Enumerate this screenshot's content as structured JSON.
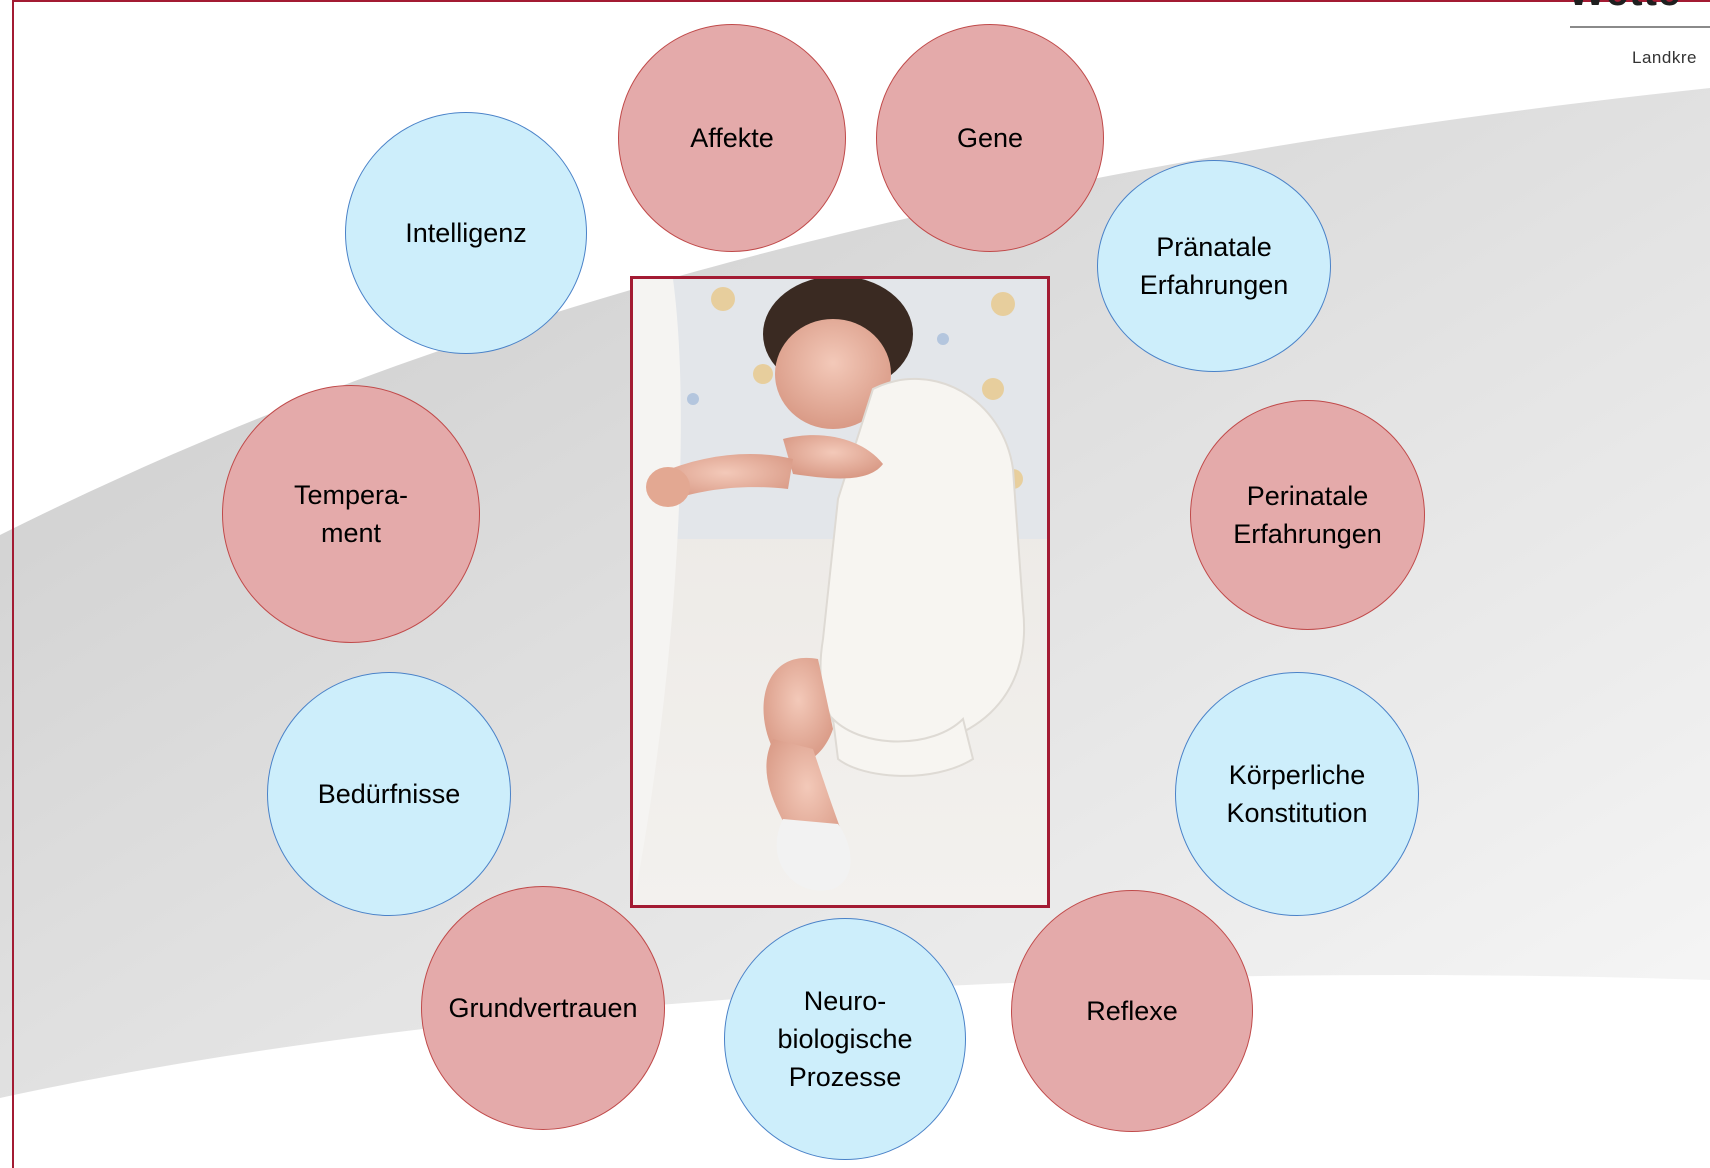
{
  "logo": {
    "word": "Wette",
    "subtitle": "Landkre"
  },
  "nodes": [
    {
      "id": "affekte",
      "label": "Affekte",
      "color": "red"
    },
    {
      "id": "gene",
      "label": "Gene",
      "color": "red"
    },
    {
      "id": "intelligenz",
      "label": "Intelligenz",
      "color": "blue"
    },
    {
      "id": "praenatale",
      "label": "Pränatale\nErfahrungen",
      "color": "blue"
    },
    {
      "id": "temperament",
      "label": "Tempera-\nment",
      "color": "red"
    },
    {
      "id": "perinatale",
      "label": "Perinatale\nErfahrungen",
      "color": "red"
    },
    {
      "id": "beduerfnisse",
      "label": "Bedürfnisse",
      "color": "blue"
    },
    {
      "id": "koerperliche",
      "label": "Körperliche\nKonstitution",
      "color": "blue"
    },
    {
      "id": "grundvertrauen",
      "label": "Grundvertrauen",
      "color": "red"
    },
    {
      "id": "neurobiologische",
      "label": "Neuro-\nbiologische\nProzesse",
      "color": "blue"
    },
    {
      "id": "reflexe",
      "label": "Reflexe",
      "color": "red"
    }
  ],
  "colors": {
    "red_fill": "#e4aaaa",
    "red_stroke": "#c04a4a",
    "blue_fill": "#cdeefb",
    "blue_stroke": "#4a82c8",
    "frame": "#a31b33"
  }
}
